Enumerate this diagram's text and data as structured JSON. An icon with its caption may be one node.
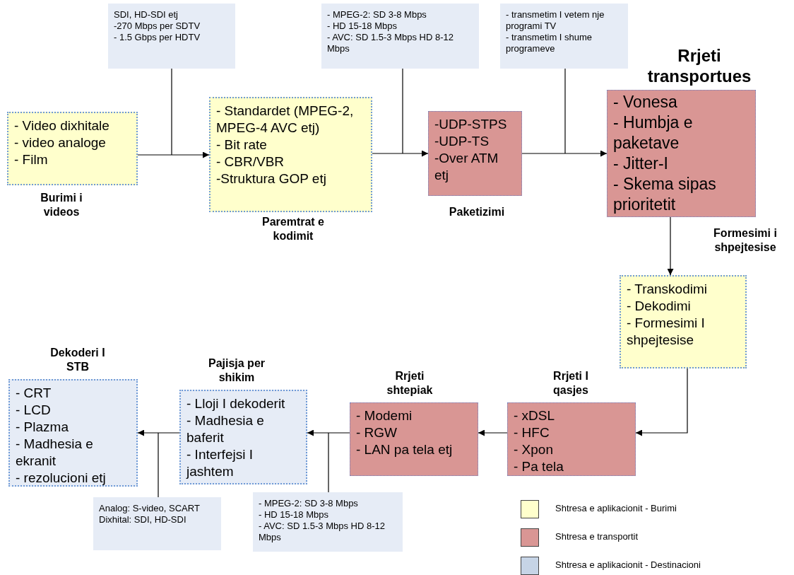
{
  "diagram": {
    "nodes": [
      {
        "text": [
          "SDI, HD-SDI etj",
          "-270 Mbps per SDTV",
          "- 1.5 Gbps per HDTV"
        ]
      },
      {
        "text": [
          "- MPEG-2: SD 3-8 Mbps",
          "- HD 15-18 Mbps",
          "- AVC: SD 1.5-3 Mbps HD 8-12 Mbps"
        ]
      },
      {
        "text": [
          "- transmetim I vetem nje programi TV",
          "- transmetim I shume programeve"
        ]
      },
      {
        "text": [
          "- Video dixhitale",
          "- video analoge",
          "- Film"
        ],
        "beside": [
          "Burimi i videos"
        ]
      },
      {
        "text": [
          "- Standardet (MPEG-2, MPEG-4 AVC etj)",
          "- Bit rate",
          "- CBR/VBR",
          "-Struktura GOP etj"
        ],
        "beside": [
          "Paremtrat e kodimit"
        ]
      },
      {
        "text": [
          "-UDP-STPS",
          "-UDP-TS",
          "-Over ATM etj"
        ],
        "beside": [
          "Paketizimi"
        ]
      },
      {
        "text": [
          "- Vonesa",
          "- Humbja e paketave",
          "- Jitter-I",
          "- Skema sipas prioritetit"
        ],
        "beside": [
          "Rrjeti transportues"
        ]
      },
      {
        "text": [
          "- Transkodimi",
          "- Dekodimi",
          "- Formesimi I shpejtesise"
        ]
      },
      {
        "text": [
          "- xDSL",
          "- HFC",
          "- Xpon",
          "- Pa tela"
        ],
        "beside": [
          "Rrjeti I qasjes"
        ]
      },
      {
        "text": [
          "- Modemi",
          "- RGW",
          "- LAN pa tela etj"
        ],
        "beside": [
          "Rrjeti shtepiak"
        ]
      },
      {
        "text": [
          "- Lloji I dekoderit",
          "- Madhesia e baferit",
          "- Interfejsi I jashtem"
        ],
        "beside": [
          "Pajisja per shikim"
        ]
      },
      {
        "text": [
          "- CRT",
          "- LCD",
          "- Plazma",
          "- Madhesia e ekranit",
          "- rezolucioni etj"
        ],
        "beside": [
          "Dekoderi I STB"
        ]
      },
      {
        "text": [
          "Analog: S-video, SCART",
          "Dixhital: SDI, HD-SDI"
        ]
      },
      {
        "text": [
          "- MPEG-2: SD 3-8 Mbps",
          "- HD 15-18 Mbps",
          "- AVC: SD 1.5-3 Mbps HD 8-12 Mbps"
        ]
      }
    ],
    "edges": [
      {
        "from": 3,
        "to": 4,
        "arrow": "to"
      },
      {
        "from": 4,
        "to": 5,
        "arrow": "to"
      },
      {
        "from": 5,
        "to": 6,
        "arrow": "to"
      },
      {
        "from": 6,
        "to": 7,
        "arrow": "to",
        "label": "Formesimi i shpejtesise"
      },
      {
        "from": 7,
        "to": 8,
        "arrow": "to"
      },
      {
        "from": 8,
        "to": 9,
        "arrow": "to"
      },
      {
        "from": 9,
        "to": 10,
        "arrow": "to"
      },
      {
        "from": 10,
        "to": 11,
        "arrow": "to"
      },
      {
        "from": 0,
        "to": null,
        "arrow": "none"
      },
      {
        "from": 1,
        "to": null,
        "arrow": "none"
      },
      {
        "from": 2,
        "to": null,
        "arrow": "none"
      },
      {
        "from": 12,
        "to": null,
        "arrow": "none"
      },
      {
        "from": 13,
        "to": null,
        "arrow": "none"
      }
    ],
    "legend": [
      {
        "text": "Shtresa e aplikacionit - Burimi",
        "color": "#ffffcc"
      },
      {
        "text": "Shtresa e transportit",
        "color": "#d99694"
      },
      {
        "text": "Shtresa e aplikacionit - Destinacioni",
        "color": "#c6d4e6"
      }
    ]
  }
}
